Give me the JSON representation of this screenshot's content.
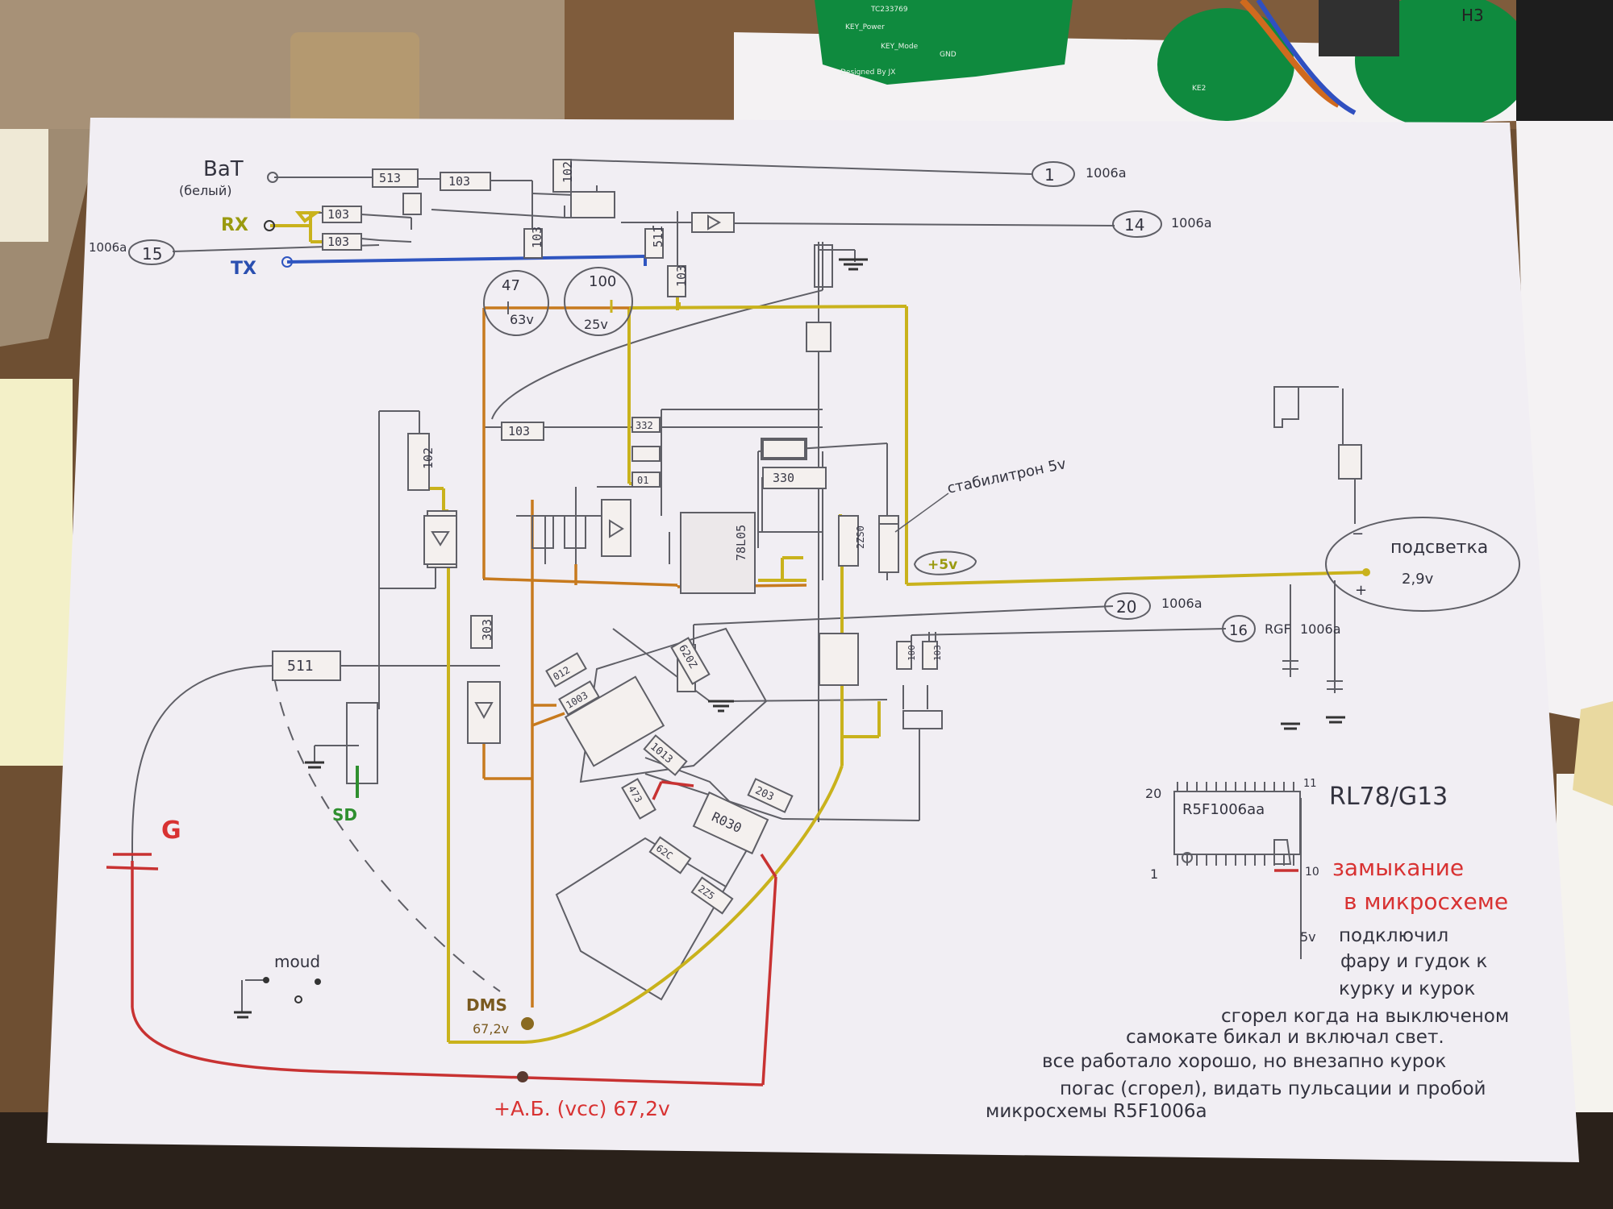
{
  "background_items": {
    "pcb_top_labels": [
      "KEY_Power",
      "KEY_Mode",
      "Designed By JX",
      "GND",
      "TC233769",
      "H3",
      "KE2"
    ]
  },
  "schematic": {
    "battery_label": "BaT",
    "battery_sub": "(белый)",
    "rx_label": "RX",
    "tx_label": "TX",
    "pins": [
      {
        "num": "1",
        "chip": "1006a"
      },
      {
        "num": "14",
        "chip": "1006a"
      },
      {
        "num": "15",
        "chip": "1006a"
      },
      {
        "num": "20",
        "chip": "1006a"
      },
      {
        "num": "16",
        "chip": "1006a",
        "prefix": "RGF"
      }
    ],
    "resistors": [
      "513",
      "103",
      "103",
      "103",
      "102",
      "103",
      "511",
      "103",
      "332",
      "01",
      "330",
      "103",
      "102",
      "303",
      "511",
      "012",
      "1003",
      "620Z",
      "1013",
      "203",
      "473",
      "R030",
      "62C",
      "2Z5",
      "100",
      "103",
      "2ZS0"
    ],
    "capacitor_labels": [
      {
        "value": "47",
        "voltage": "63v"
      },
      {
        "value": "100",
        "voltage": "25v"
      }
    ],
    "ic_label": "78L05",
    "zener_note": "стабилитрон 5v",
    "plus5_label": "+5v",
    "backlight_label": "подсветка",
    "backlight_voltage": "2,9v",
    "minus_sign": "−",
    "plus_sign": "+",
    "mcu_name": "RL78/G13",
    "mcu_part": "R5F1006aa",
    "mcu_pins": {
      "p20": "20",
      "p11": "11",
      "p1": "1",
      "p10": "10"
    },
    "mcu_5v": "5v",
    "sd_label": "SD",
    "moud_label": "moud",
    "g_label": "G",
    "dms_label": "DMS",
    "dms_voltage": "67,2v",
    "vcc_label": "+A.Б. (vcc) 67,2v",
    "zamykanie_1": "замыкание",
    "zamykanie_2": "в микросхеме",
    "note_lines": [
      "подключил",
      "фару и гудок к",
      "курку и курок",
      "сгорел когда на выключеном",
      "самокате бикал и включал свет.",
      "все работало хорошо, но внезапно курок",
      "погас (сгорел), видать пульсации и пробой",
      "микросхемы R5F1006a"
    ]
  },
  "colors": {
    "paper": "#f1eef3",
    "pencil": "#5a5a60",
    "yellow_wire": "#c9b21c",
    "orange_wire": "#c77a1e",
    "red_wire": "#c83232",
    "blue_wire": "#2f55c0",
    "pcb_green": "#0f8a3e"
  }
}
